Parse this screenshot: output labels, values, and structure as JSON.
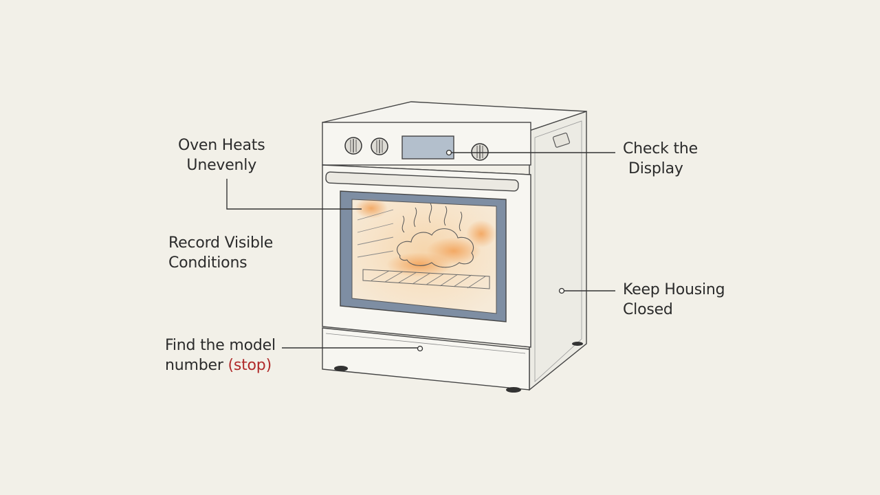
{
  "labels": {
    "oven_heats": {
      "line1": "Oven Heats",
      "line2": "Unevenly"
    },
    "record": {
      "line1": "Record Visible",
      "line2": "Conditions"
    },
    "model": {
      "line1": "Find the model",
      "line2_text": "number ",
      "line2_stop": "(stop)"
    },
    "display": {
      "line1": "Check the",
      "line2": "Display"
    },
    "housing": {
      "line1": "Keep Housing",
      "line2": "Closed"
    }
  },
  "colors": {
    "background": "#f2f0e8",
    "ink": "#2b2b2b",
    "stop": "#b02a2a",
    "glass_frame": "#7e8ea3",
    "oven_glow": "#f2c99a"
  }
}
